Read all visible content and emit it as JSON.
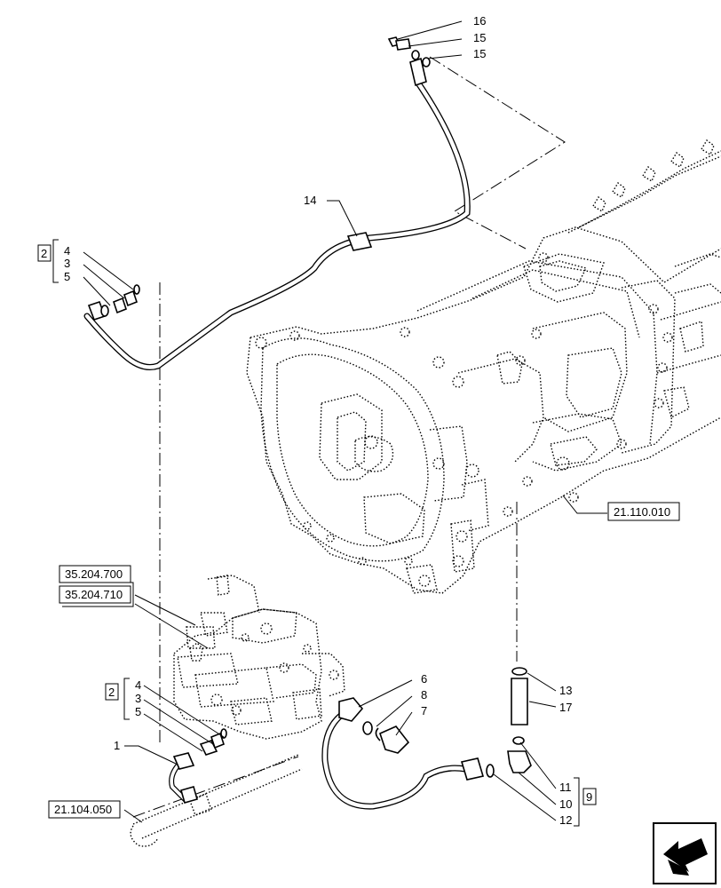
{
  "labels": {
    "l16": "16",
    "l15a": "15",
    "l15b": "15",
    "l14": "14",
    "g2a": "2",
    "l4a": "4",
    "l3a": "3",
    "l5a": "5",
    "l6": "6",
    "l8": "8",
    "l7": "7",
    "g2b": "2",
    "l4b": "4",
    "l3b": "3",
    "l5b": "5",
    "l1": "1",
    "l13": "13",
    "l17": "17",
    "l11": "11",
    "l10": "10",
    "l12": "12",
    "g9": "9"
  },
  "refs": {
    "r21110010": "21.110.010",
    "r35204700": "35.204.700",
    "r35204710": "35.204.710",
    "r21104050": "21.104.050"
  },
  "icon": "arrow-icon"
}
